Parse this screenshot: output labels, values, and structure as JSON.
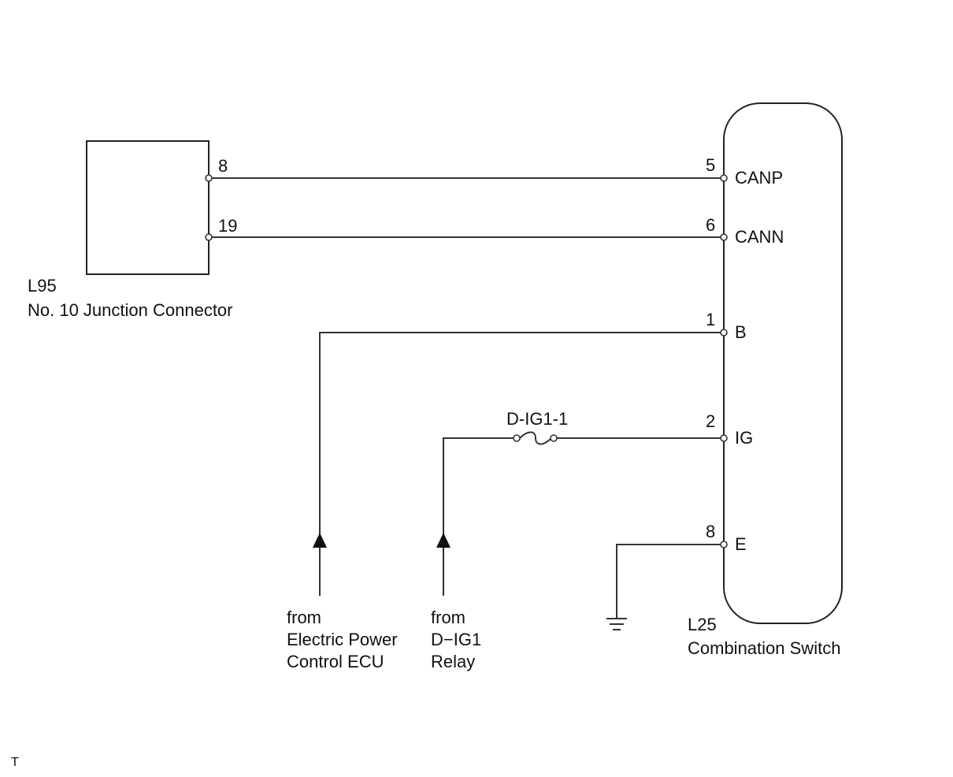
{
  "junction_connector": {
    "code": "L95",
    "name": "No. 10 Junction Connector",
    "pins": {
      "canp": "8",
      "cann": "19"
    }
  },
  "combination_switch": {
    "code": "L25",
    "name": "Combination Switch",
    "terminals": [
      {
        "pin": "5",
        "label": "CANP"
      },
      {
        "pin": "6",
        "label": "CANN"
      },
      {
        "pin": "1",
        "label": "B"
      },
      {
        "pin": "2",
        "label": "IG"
      },
      {
        "pin": "8",
        "label": "E"
      }
    ]
  },
  "fuse": {
    "label": "D-IG1-1"
  },
  "sources": [
    {
      "lines": [
        "from",
        "Electric Power",
        "Control ECU"
      ]
    },
    {
      "lines": [
        "from",
        "D−IG1",
        "Relay"
      ]
    }
  ],
  "corner_mark": "T"
}
